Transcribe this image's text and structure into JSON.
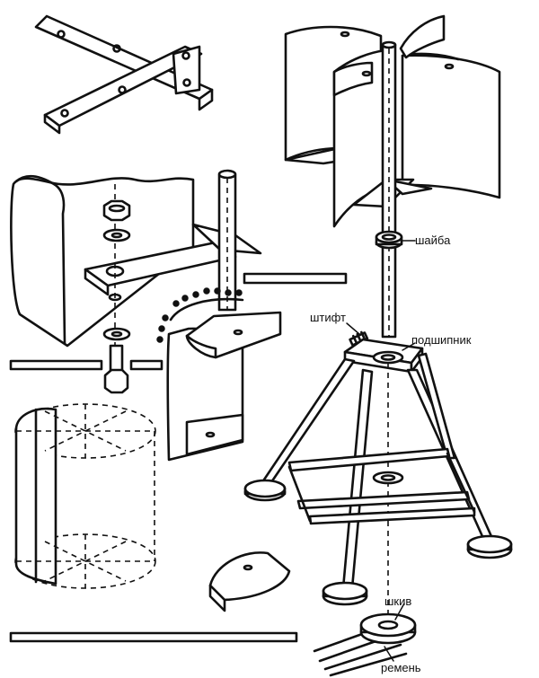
{
  "labels": {
    "washer": "шайба",
    "pin": "штифт",
    "bearing": "подшипник",
    "pulley": "шкив",
    "belt": "ремень"
  },
  "colors": {
    "ink": "#111111",
    "paper": "#ffffff"
  }
}
